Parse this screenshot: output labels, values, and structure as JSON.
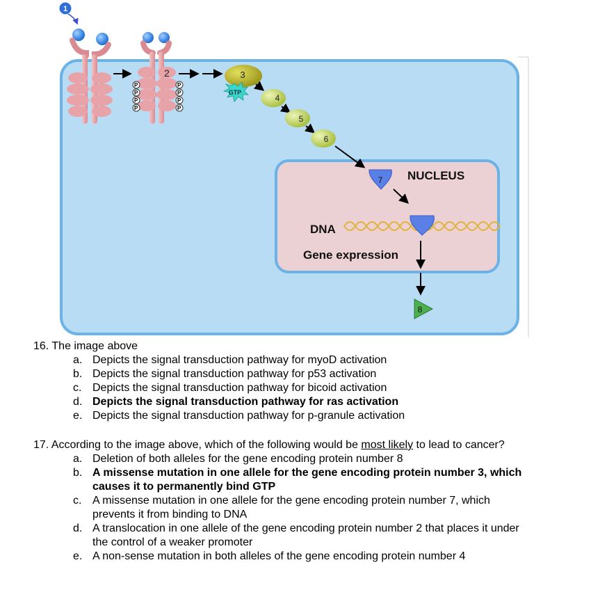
{
  "figure": {
    "labels": {
      "step1": "1",
      "step2": "2",
      "step3": "3",
      "step4": "4",
      "step5": "5",
      "step6": "6",
      "step7": "7",
      "step8": "8",
      "gtp": "GTP",
      "phosphate": "P",
      "nucleus": "NUCLEUS",
      "dna": "DNA",
      "gene_expression": "Gene expression"
    },
    "colors": {
      "cell_fill": "#b9dcf5",
      "cell_border": "#6bb2e6",
      "nucleus_fill": "#ecd1d4",
      "receptor": "#e8a3a8",
      "ligand": "#3a8ee6",
      "protein3": "#b5b02a",
      "protein4_6": "#c7d96a",
      "protein7": "#5a7fe6",
      "gtp_star": "#3ad6c9",
      "product8": "#4caf50",
      "dna_strand": "#e0b43a"
    }
  },
  "q16": {
    "stem": "16. The image above",
    "options": [
      {
        "letter": "a.",
        "text": "Depicts the signal transduction pathway for myoD activation",
        "bold": false
      },
      {
        "letter": "b.",
        "text": "Depicts the signal transduction pathway for p53 activation",
        "bold": false
      },
      {
        "letter": "c.",
        "text": "Depicts the signal transduction pathway for bicoid activation",
        "bold": false
      },
      {
        "letter": "d.",
        "text": "Depicts the signal transduction pathway for ras activation",
        "bold": true
      },
      {
        "letter": "e.",
        "text": "Depicts the signal transduction pathway for p-granule activation",
        "bold": false
      }
    ]
  },
  "q17": {
    "stem_pre": "17. According to the image above, which of the following would be ",
    "stem_underline": "most likely",
    "stem_post": " to lead to cancer?",
    "options": [
      {
        "letter": "a.",
        "text": "Deletion of both alleles for the gene encoding protein number 8",
        "bold": false
      },
      {
        "letter": "b.",
        "text": "A missense mutation in one allele for the gene encoding protein number 3, which causes it to permanently bind GTP",
        "bold": true
      },
      {
        "letter": "c.",
        "text": "A missense mutation in one allele for the gene encoding protein number 7, which prevents it from binding to DNA",
        "bold": false
      },
      {
        "letter": "d.",
        "text": "A translocation in one allele of the gene encoding protein number 2 that places it under the control of a weaker promoter",
        "bold": false
      },
      {
        "letter": "e.",
        "text": "A non-sense mutation in both alleles of the gene encoding protein number 4",
        "bold": false
      }
    ]
  }
}
